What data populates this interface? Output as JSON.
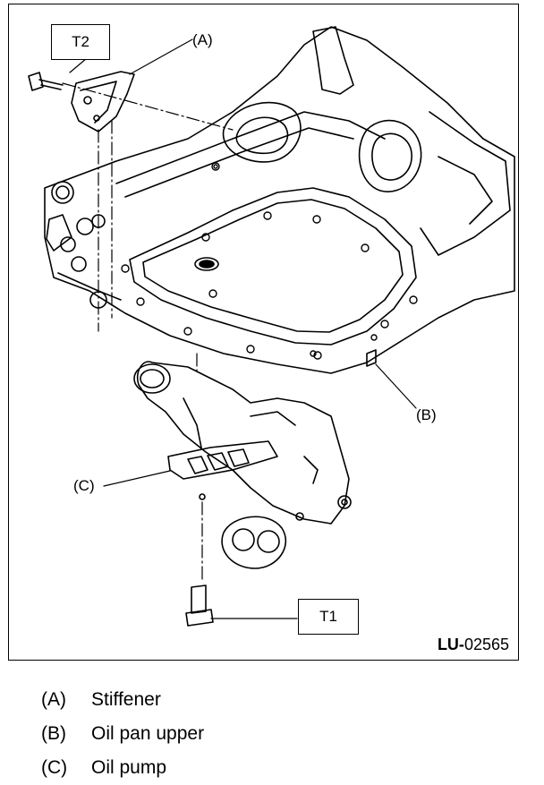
{
  "callouts": {
    "t2": "T2",
    "t1": "T1",
    "a": "(A)",
    "b": "(B)",
    "c": "(C)"
  },
  "figure_id": {
    "prefix": "LU-",
    "number": "02565"
  },
  "legend": [
    {
      "key": "(A)",
      "label": "Stiffener"
    },
    {
      "key": "(B)",
      "label": "Oil pan upper"
    },
    {
      "key": "(C)",
      "label": "Oil pump"
    }
  ]
}
